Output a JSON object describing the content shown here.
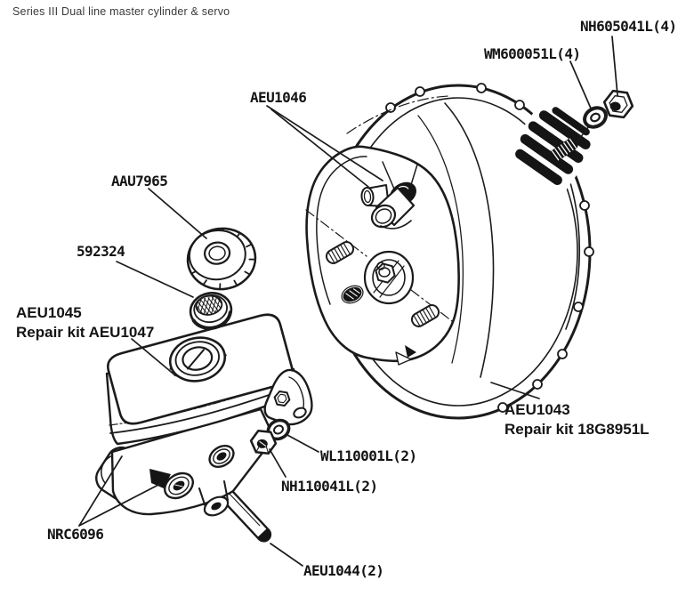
{
  "title": "Series III Dual line master cylinder & servo",
  "colors": {
    "ink": "#1b1b1b",
    "paper": "#ffffff"
  },
  "labels": {
    "nh605041l": "NH605041L(4)",
    "wm600051l": "WM600051L(4)",
    "aeu1046": "AEU1046",
    "aau7965": "AAU7965",
    "p592324": "592324",
    "aeu1045": "AEU1045",
    "kit1047": "Repair kit AEU1047",
    "aeu1043": "AEU1043",
    "kit18g": "Repair kit 18G8951L",
    "wl110001l": "WL110001L(2)",
    "nh110041l": "NH110041L(2)",
    "nrc6096": "NRC6096",
    "aeu1044": "AEU1044(2)"
  }
}
